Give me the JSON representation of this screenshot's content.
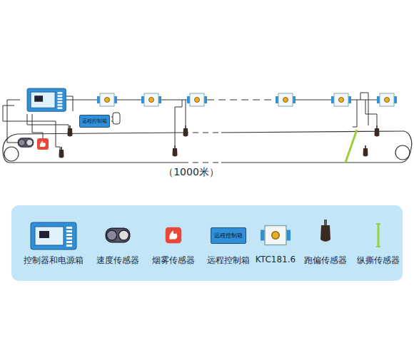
{
  "diagram": {
    "nodes": [
      {
        "text": [
          "远程控制箱"
        ]
      },
      {
        "text": [
          "远程控制箱"
        ]
      }
    ],
    "labels": [
      "（1000米）"
    ],
    "legend": [
      {
        "text": "控制器和电源箱"
      },
      {
        "text": "速度传感器"
      },
      {
        "text": "烟雾传感器"
      },
      {
        "text": "远程控制箱"
      },
      {
        "text": "KTC181.6"
      },
      {
        "text": "跑偏传感器"
      },
      {
        "text": "纵撕传感器"
      }
    ]
  }
}
